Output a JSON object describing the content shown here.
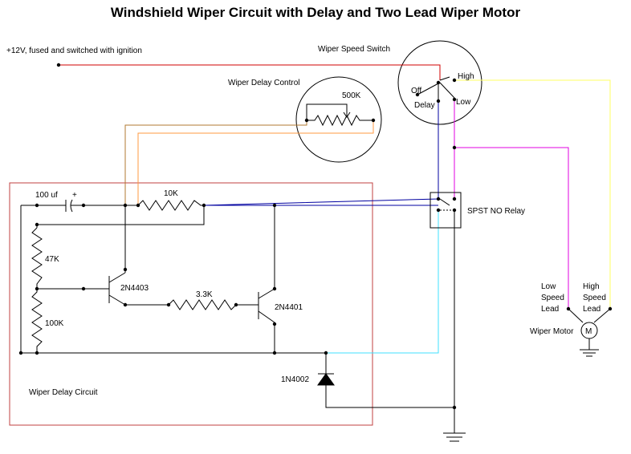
{
  "title": "Windshield Wiper Circuit with Delay and Two Lead Wiper Motor",
  "labels": {
    "power": "+12V, fused and switched with ignition",
    "wiper_speed_switch": "Wiper Speed Switch",
    "wiper_delay_control": "Wiper Delay Control",
    "pot_value": "500K",
    "sw_off": "Off",
    "sw_delay": "Delay",
    "sw_high": "High",
    "sw_low": "Low",
    "cap_value": "100 uf",
    "cap_plus": "+",
    "r10k": "10K",
    "r47k": "47K",
    "r100k": "100K",
    "r33k": "3.3K",
    "q1": "2N4403",
    "q2": "2N4401",
    "diode": "1N4002",
    "relay": "SPST NO Relay",
    "delay_circuit": "Wiper Delay Circuit",
    "low_lead_1": "Low",
    "low_lead_2": "Speed",
    "low_lead_3": "Lead",
    "high_lead_1": "High",
    "high_lead_2": "Speed",
    "high_lead_3": "Lead",
    "wiper_motor": "Wiper Motor",
    "motor_symbol": "M"
  },
  "colors": {
    "red": "#d00000",
    "blue": "#0000a0",
    "magenta": "#e000e0",
    "yellow": "#ffff60",
    "cyan": "#40e0ff",
    "brown": "#b07830",
    "orange": "#ff9a40",
    "black": "#000000",
    "box": "#c04040"
  }
}
